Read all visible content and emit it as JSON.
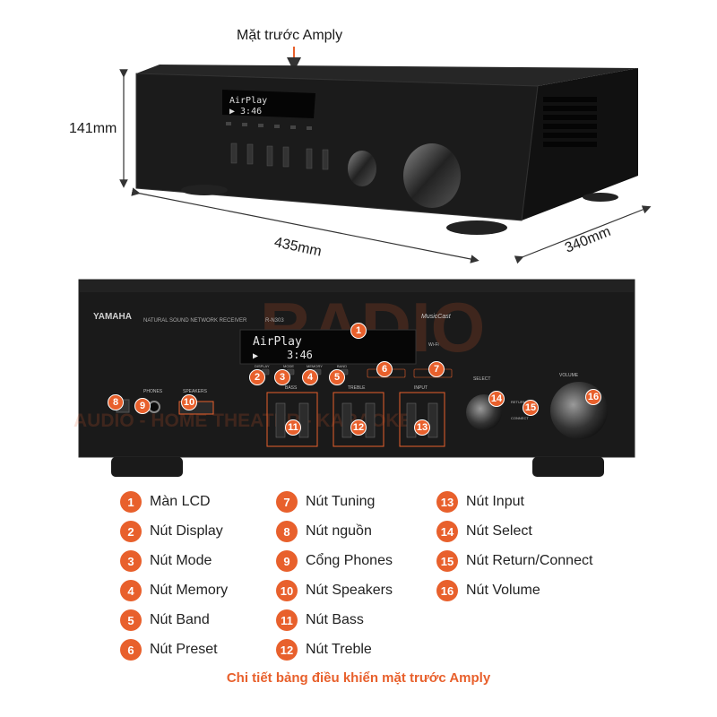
{
  "top_title": "Mặt trước Amply",
  "dimensions": {
    "height": "141mm",
    "width": "435mm",
    "depth": "340mm"
  },
  "amp": {
    "brand": "YAMAHA",
    "model_line": "NATURAL SOUND NETWORK RECEIVER",
    "model": "R-N303",
    "musiccast": "MusicCast",
    "lcd_line1": "AirPlay",
    "lcd_line2": "3:46",
    "labels": {
      "phones": "PHONES",
      "speakers": "SPEAKERS",
      "bass": "BASS",
      "treble": "TREBLE",
      "input": "INPUT",
      "select": "SELECT",
      "volume": "VOLUME",
      "return": "RETURN",
      "connect": "CONNECT",
      "wifi": "Wi-Fi",
      "display": "DISPLAY",
      "mode": "MODE",
      "memory": "MEMORY",
      "band": "BAND"
    }
  },
  "watermark": {
    "big": "RADIO",
    "small": "AUDIO - HOME THEATER - KARAOKE"
  },
  "legend": [
    {
      "num": "1",
      "label": "Màn LCD"
    },
    {
      "num": "2",
      "label": "Nút Display"
    },
    {
      "num": "3",
      "label": "Nút Mode"
    },
    {
      "num": "4",
      "label": "Nút Memory"
    },
    {
      "num": "5",
      "label": "Nút Band"
    },
    {
      "num": "6",
      "label": "Nút Preset"
    },
    {
      "num": "7",
      "label": "Nút Tuning"
    },
    {
      "num": "8",
      "label": "Nút nguồn"
    },
    {
      "num": "9",
      "label": "Cổng Phones"
    },
    {
      "num": "10",
      "label": "Nút Speakers"
    },
    {
      "num": "11",
      "label": "Nút Bass"
    },
    {
      "num": "12",
      "label": "Nút Treble"
    },
    {
      "num": "13",
      "label": "Nút Input"
    },
    {
      "num": "14",
      "label": "Nút Select"
    },
    {
      "num": "15",
      "label": "Nút Return/Connect"
    },
    {
      "num": "16",
      "label": "Nút Volume"
    }
  ],
  "caption": "Chi tiết bảng điều khiển mặt trước Amply",
  "colors": {
    "accent": "#e8602c",
    "body": "#151515",
    "panel": "#1e1e1e"
  }
}
